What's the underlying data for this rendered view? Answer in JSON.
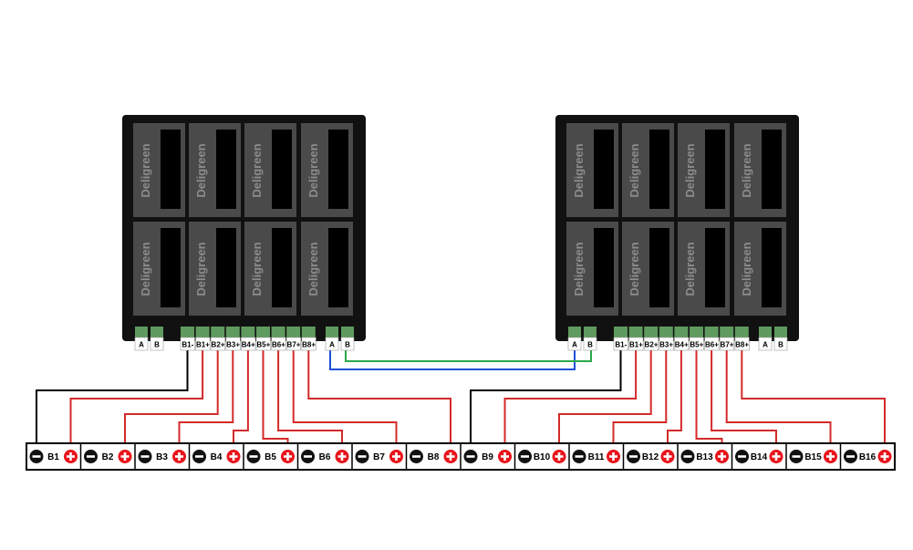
{
  "brand": "Deligreen",
  "comm_terminals": [
    "A",
    "B"
  ],
  "balance_terminals": [
    "B1-",
    "B1+",
    "B2+",
    "B3+",
    "B4+",
    "B5+",
    "B6+",
    "B7+",
    "B8+"
  ],
  "cells": [
    "B1",
    "B2",
    "B3",
    "B4",
    "B5",
    "B6",
    "B7",
    "B8",
    "B9",
    "B10",
    "B11",
    "B12",
    "B13",
    "B14",
    "B15",
    "B16"
  ],
  "colors": {
    "board": "#111111",
    "fet_module": "#4a4a4a",
    "terminal_green": "#5f9a5f",
    "balance_wire": "#d42a2a",
    "ground_wire": "#000000",
    "comm_a_wire": "#1f4fd8",
    "comm_b_wire": "#2aa84a",
    "pos_terminal": "#e8141c",
    "neg_terminal": "#111111"
  }
}
